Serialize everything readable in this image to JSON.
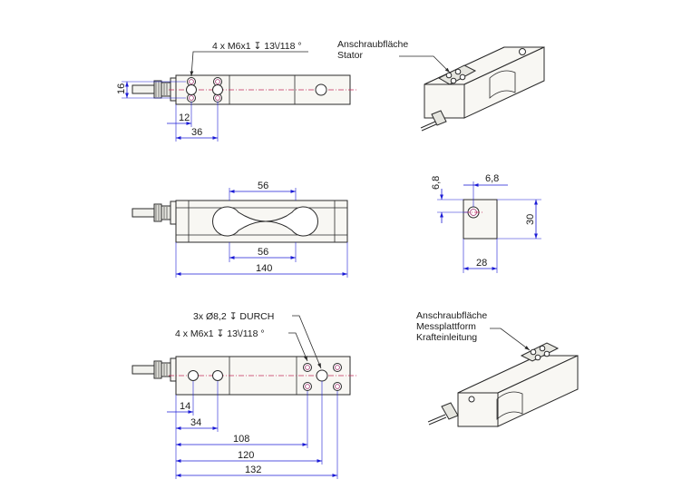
{
  "top_view": {
    "thread_note": "4 x M6x1 ↧ 13\\/118 °",
    "dim_height": "16",
    "dim_hole_offset": "12",
    "dim_hole_spacing": "36"
  },
  "iso_top": {
    "label_line1": "Anschraubfläche",
    "label_line2": "Stator"
  },
  "side_view": {
    "dim_recess_top": "56",
    "dim_recess_bottom": "56",
    "dim_length": "140"
  },
  "end_view": {
    "dim_vertical_offset": "6,8",
    "dim_horizontal_offset": "6,8",
    "dim_height": "30",
    "dim_width": "28"
  },
  "bottom_view": {
    "through_note": "3x Ø8,2 ↧ DURCH",
    "thread_note": "4 x M6x1 ↧ 13\\/118 °",
    "dim_14": "14",
    "dim_34": "34",
    "dim_108": "108",
    "dim_120": "120",
    "dim_132": "132"
  },
  "iso_bottom": {
    "label_line1": "Anschraubfläche",
    "label_line2": "Messplattform",
    "label_line3": "Krafteinleitung"
  }
}
